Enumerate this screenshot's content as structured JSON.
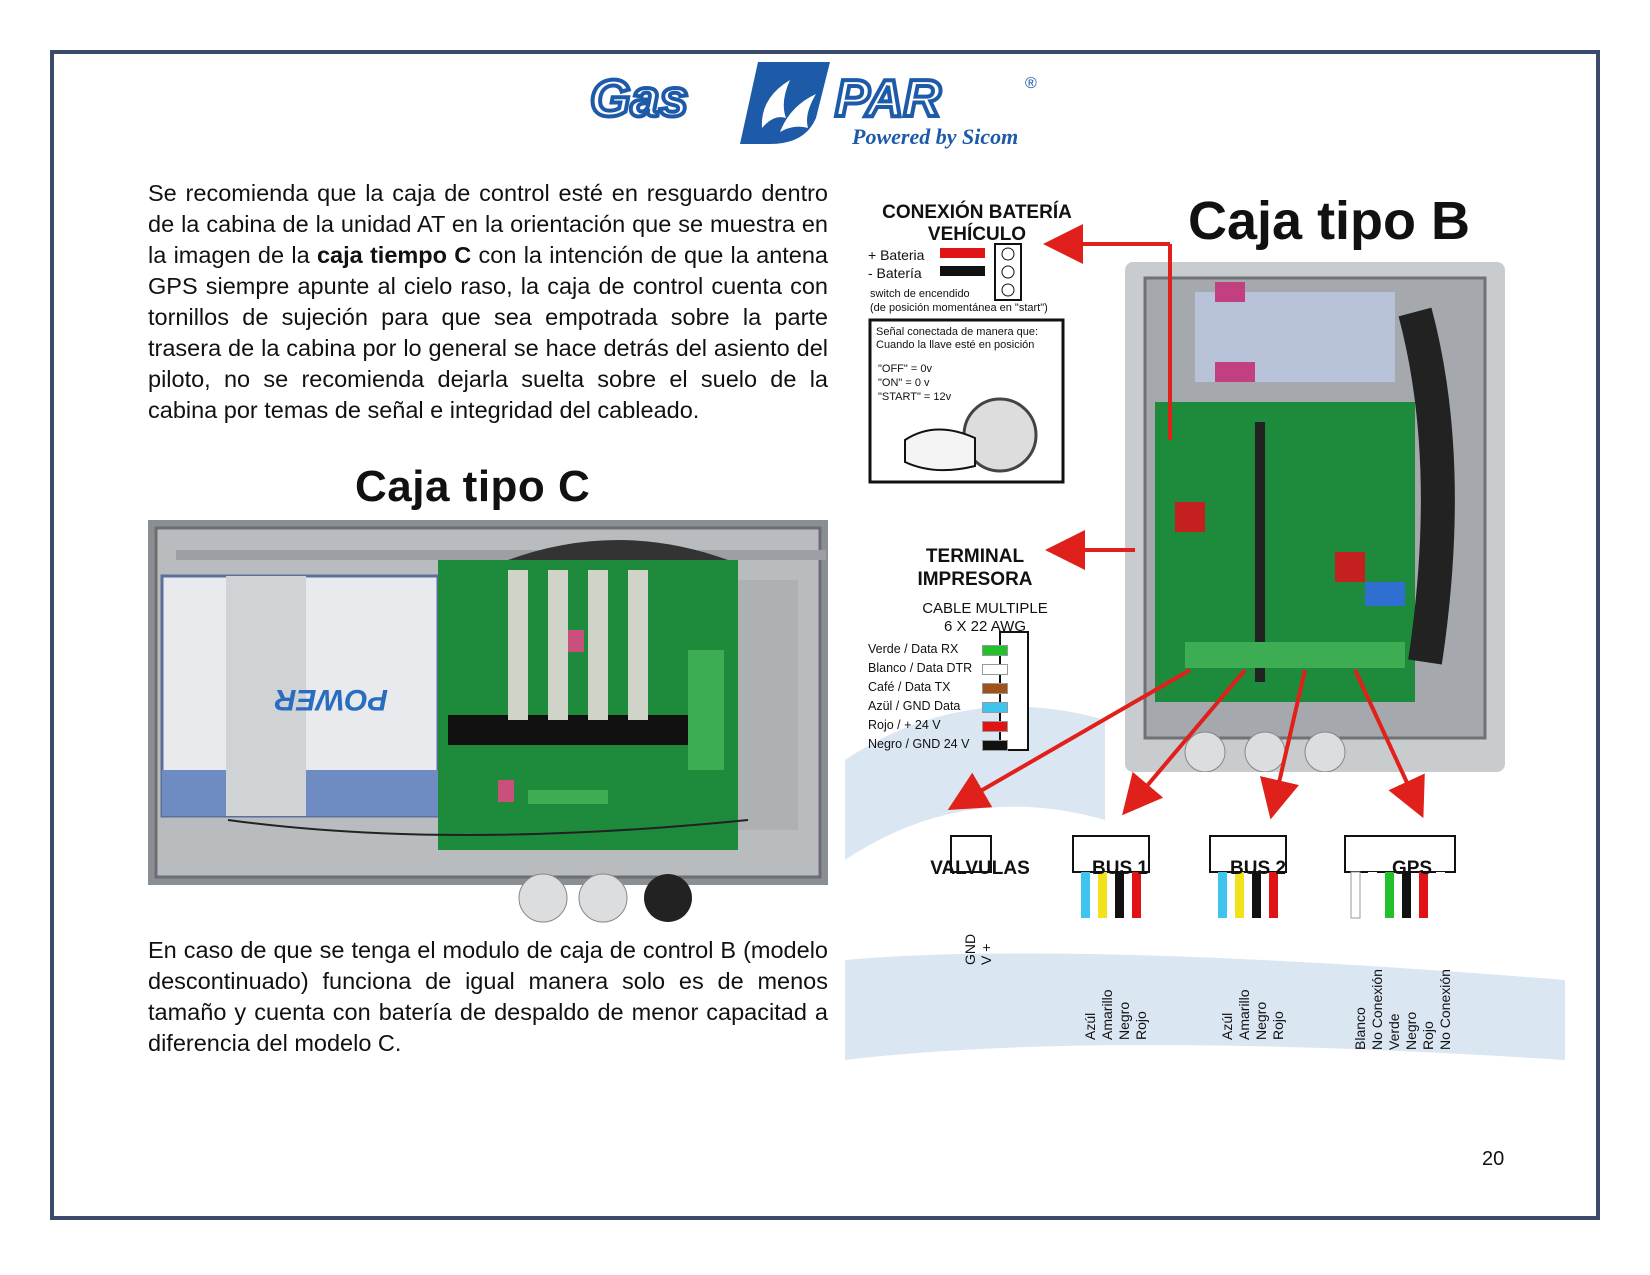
{
  "brand": {
    "name_left": "Gas",
    "name_right": "PAR",
    "registered": "®",
    "tagline": "Powered by Sicom"
  },
  "paragraph1": {
    "part1": "Se recomienda que la caja de control esté en resguardo dentro de la cabina de la unidad AT en la orientación que se muestra en la imagen de la ",
    "bold": "caja tiempo C",
    "part2": " con la intención de que la antena GPS siempre apunte al cielo raso, la caja de control cuenta con tornillos de sujeción para que sea empotrada sobre la parte trasera de la cabina por lo general se hace detrás del asiento del piloto, no se recomienda dejarla suelta sobre el suelo de la cabina por temas de señal e integridad del cableado."
  },
  "paragraph2": "En caso de que se tenga el modulo de caja de control B (modelo descontinuado) funciona de igual manera solo es de menos tamaño y cuenta con batería de despaldo de menor capacitad a diferencia del modelo C.",
  "caja_c_title": "Caja tipo C",
  "caja_b_title": "Caja tipo B",
  "diagram": {
    "conexion_title_1": "CONEXIÓN BATERÍA",
    "conexion_title_2": "VEHÍCULO",
    "bateria_pos": "+ Bateria",
    "bateria_neg": "- Batería",
    "switch_1": "switch de encendido",
    "switch_2": "(de posición momentánea en \"start\")",
    "senal_1": "Señal conectada de manera que:",
    "senal_2": "Cuando la llave esté en posición",
    "off": "\"OFF\" = 0v",
    "on": "\"ON\" = 0 v",
    "start": "\"START\" = 12v",
    "terminal_1": "TERMINAL",
    "terminal_2": "IMPRESORA",
    "cable_1": "CABLE MULTIPLE",
    "cable_2": "6 X 22 AWG",
    "wires": [
      {
        "label": "Verde / Data RX",
        "color": "#22c02a"
      },
      {
        "label": "Blanco / Data DTR",
        "color": "#ffffff"
      },
      {
        "label": "Café / Data TX",
        "color": "#a0521c"
      },
      {
        "label": "Azül / GND Data",
        "color": "#3fc3ef"
      },
      {
        "label": "Rojo / + 24 V",
        "color": "#e01414"
      },
      {
        "label": "Negro / GND 24 V",
        "color": "#111111"
      }
    ],
    "valvulas": "VALVULAS",
    "valv_pins": [
      "GND",
      "V +"
    ],
    "bus1": "BUS 1",
    "bus2": "BUS 2",
    "gps": "GPS",
    "bus_wires": [
      "Azúl",
      "Amarillo",
      "Negro",
      "Rojo"
    ],
    "gps_wires": [
      "Blanco",
      "No Conexión",
      "Verde",
      "Negro",
      "Rojo",
      "No Conexión"
    ]
  },
  "page_number": "20",
  "colors": {
    "brand_blue": "#1d5aa8",
    "frame": "#3b4a6b",
    "arrow_red": "#e0201a",
    "pcb_green": "#1e8a3c"
  }
}
